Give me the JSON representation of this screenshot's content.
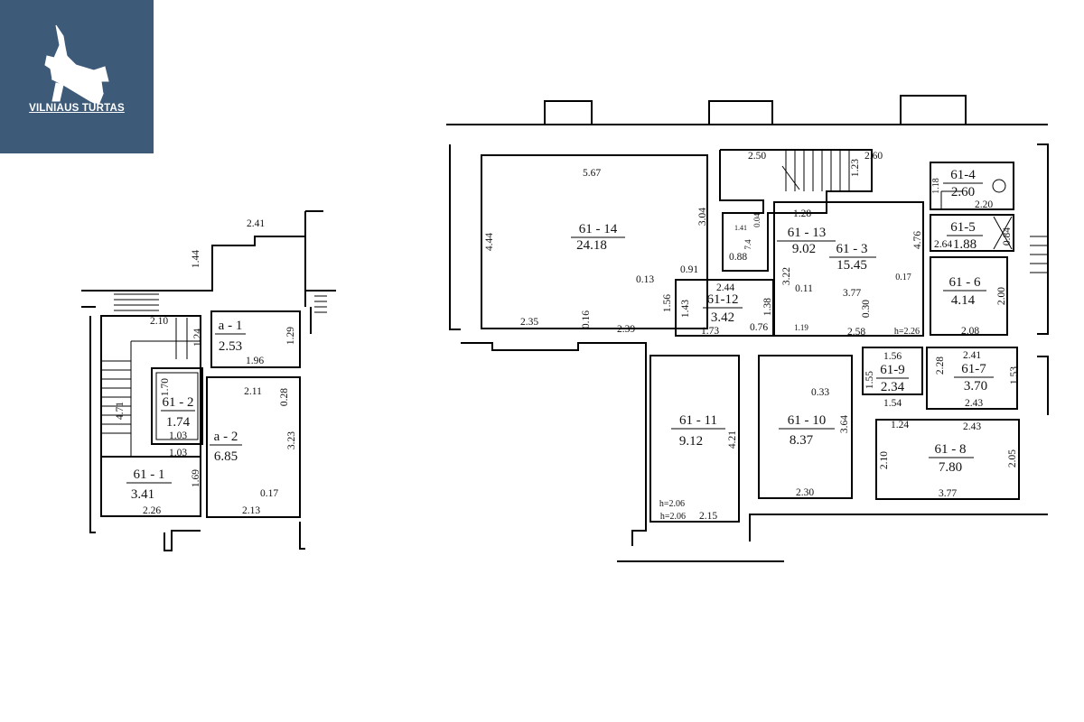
{
  "logo": {
    "text": "VILNIAUS TURTAS",
    "icon": "wolf-icon",
    "background": "#3d5a78"
  },
  "plan_left": {
    "rooms": [
      {
        "id": "a - 1",
        "area": "2.53"
      },
      {
        "id": "61 - 2",
        "area": "1.74"
      },
      {
        "id": "a - 2",
        "area": "6.85"
      },
      {
        "id": "61 - 1",
        "area": "3.41"
      }
    ],
    "dimensions": [
      "2.41",
      "1.44",
      "2.10",
      "1.24",
      "1.29",
      "1.96",
      "1.70",
      "4.71",
      "2.11",
      "0.28",
      "1.03",
      "1.03",
      "3.23",
      "1.69",
      "0.17",
      "2.26",
      "2.13"
    ]
  },
  "plan_right": {
    "rooms": [
      {
        "id": "61 - 14",
        "area": "24.18"
      },
      {
        "id": "61 - 13",
        "area": "9.02"
      },
      {
        "id": "61 - 3",
        "area": "15.45"
      },
      {
        "id": "61-4",
        "area": "2.60"
      },
      {
        "id": "61-5",
        "area": "1.88"
      },
      {
        "id": "61 - 6",
        "area": "4.14"
      },
      {
        "id": "61-12",
        "area": "3.42"
      },
      {
        "id": "61-9",
        "area": "2.34"
      },
      {
        "id": "61-7",
        "area": "3.70"
      },
      {
        "id": "61 - 11",
        "area": "9.12"
      },
      {
        "id": "61 - 10",
        "area": "8.37"
      },
      {
        "id": "61 - 8",
        "area": "7.80"
      }
    ],
    "dimensions": [
      "5.67",
      "4.44",
      "3.04",
      "0.13",
      "0.91",
      "2.35",
      "0.16",
      "2.39",
      "1.56",
      "2.50",
      "1.23",
      "2.60",
      "1.28",
      "0.88",
      "2.44",
      "1.43",
      "1.38",
      "3.22",
      "0.11",
      "3.77",
      "0.30",
      "1.73",
      "0.76",
      "1.19",
      "2.58",
      "h=2.26",
      "0.17",
      "1.18",
      "2.20",
      "4.76",
      "2.64",
      "0.84",
      "2.00",
      "2.08",
      "1.56",
      "2.41",
      "1.55",
      "2.28",
      "1.53",
      "1.54",
      "2.43",
      "0.33",
      "3.64",
      "4.21",
      "1.24",
      "2.43",
      "2.10",
      "2.05",
      "2.30",
      "3.77",
      "h=2.06",
      "h=2.06",
      "2.15",
      "1.41",
      "7.4",
      "0.04"
    ]
  }
}
